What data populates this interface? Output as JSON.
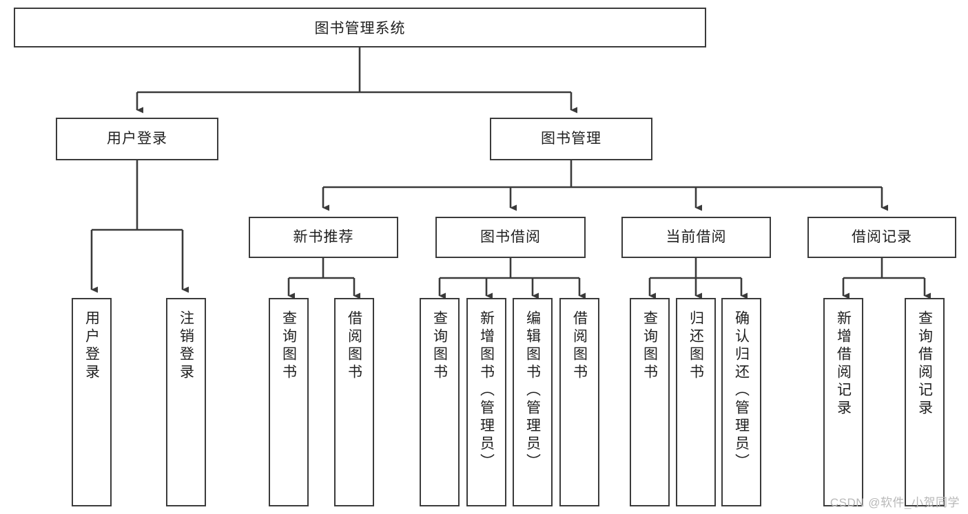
{
  "diagram": {
    "title": "图书管理系统",
    "type": "tree-hierarchy-chart",
    "arrow_color": "#3a3a3a",
    "box_border_color": "#3a3a3a",
    "box_fill_color": "#ffffff",
    "background_color": "#ffffff"
  },
  "root": {
    "label": "图书管理系统"
  },
  "level1": [
    {
      "label": "用户登录"
    },
    {
      "label": "图书管理"
    }
  ],
  "level2": [
    {
      "label": "新书推荐"
    },
    {
      "label": "图书借阅"
    },
    {
      "label": "当前借阅"
    },
    {
      "label": "借阅记录"
    }
  ],
  "leaves": {
    "user_login": [
      {
        "label": "用户登录"
      },
      {
        "label": "注销登录"
      }
    ],
    "new_book_recommend": [
      {
        "label": "查询图书"
      },
      {
        "label": "借阅图书"
      }
    ],
    "book_borrow": [
      {
        "label": "查询图书"
      },
      {
        "label": "新增图书（管理员）"
      },
      {
        "label": "编辑图书（管理员）"
      },
      {
        "label": "借阅图书"
      }
    ],
    "current_borrow": [
      {
        "label": "查询图书"
      },
      {
        "label": "归还图书"
      },
      {
        "label": "确认归还（管理员）"
      }
    ],
    "borrow_record": [
      {
        "label": "新增借阅记录"
      },
      {
        "label": "查询借阅记录"
      }
    ]
  },
  "watermark": {
    "text": "CSDN @软件_小贺同学"
  }
}
